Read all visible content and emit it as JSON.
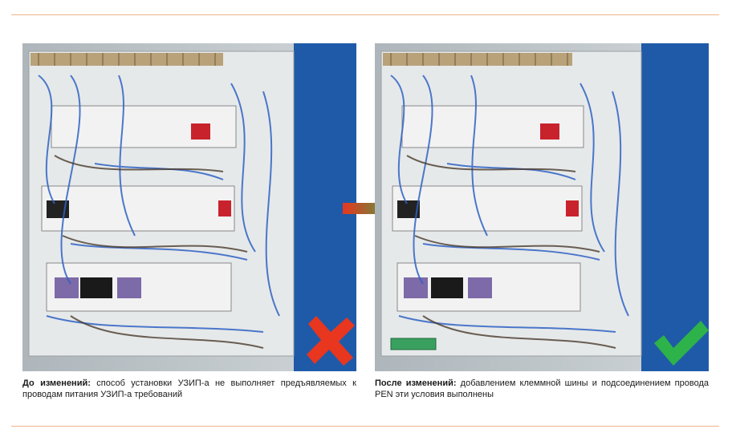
{
  "left_panel": {
    "caption_bold": "До изменений:",
    "caption_text": " способ установки УЗИП-а не выполняет предъявляемых к проводам питания УЗИП-а требований",
    "status_icon": "red-cross-icon",
    "status_color": "#e8361f"
  },
  "right_panel": {
    "caption_bold": "После изменений:",
    "caption_text": " добавлением клеммной шины и подсоединением провода PEN эти условия выполнены",
    "status_icon": "green-check-icon",
    "status_color": "#2db34a"
  },
  "arrow": {
    "icon": "arrow-right-icon",
    "color_start": "#e8361f",
    "color_end": "#2db34a"
  },
  "colors": {
    "accent_rule": "#f0b48a",
    "wall_blue": "#1f5aa8"
  }
}
